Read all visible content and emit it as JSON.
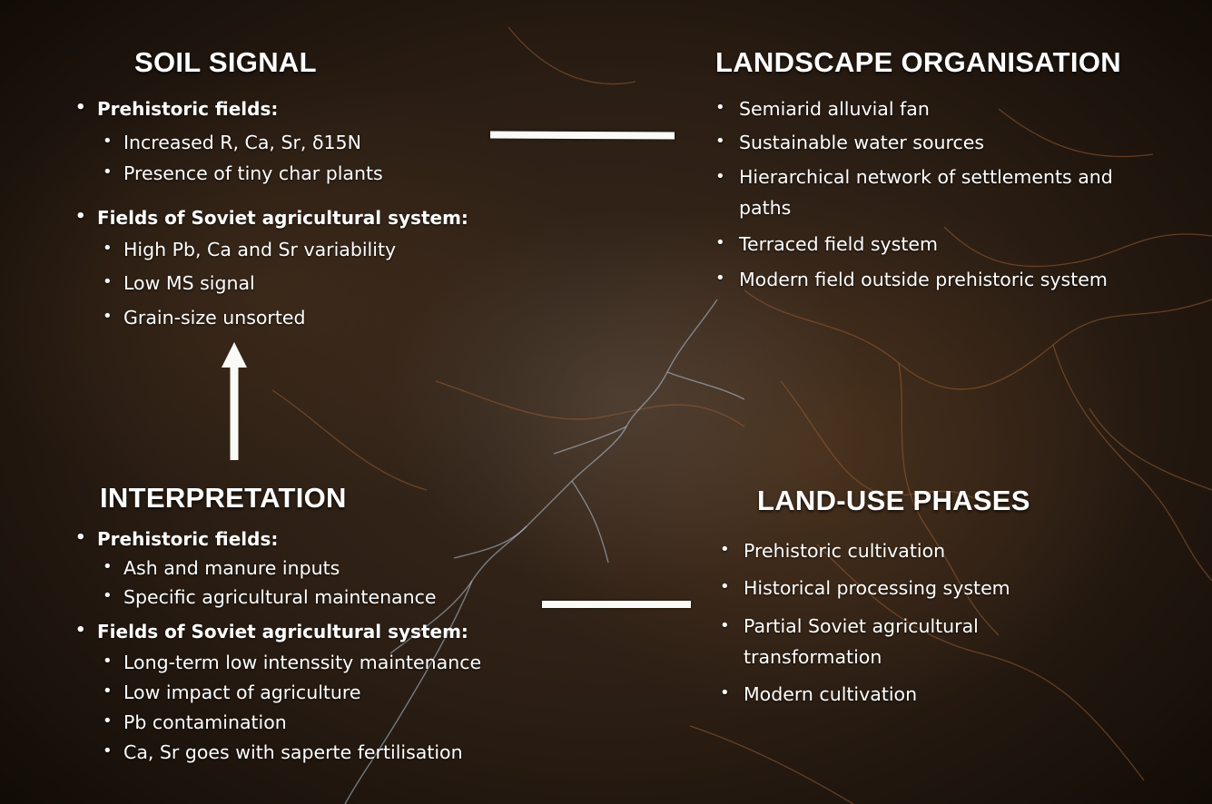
{
  "soil_signal": {
    "title": "SOIL SIGNAL",
    "groups": [
      {
        "label": "Prehistoric fields:",
        "items": [
          "Increased R, Ca, Sr, δ15N",
          "Presence of tiny char plants"
        ]
      },
      {
        "label": "Fields of Soviet agricultural system:",
        "items": [
          "High Pb, Ca and Sr variability",
          "Low MS signal",
          "Grain-size unsorted"
        ]
      }
    ]
  },
  "landscape_organisation": {
    "title": "LANDSCAPE ORGANISATION",
    "items": [
      "Semiarid alluvial fan",
      "Sustainable water sources",
      "Hierarchical network of settlements and paths",
      "Terraced field system",
      "Modern field outside prehistoric system"
    ]
  },
  "interpretation": {
    "title": "INTERPRETATION",
    "groups": [
      {
        "label": "Prehistoric fields:",
        "items": [
          "Ash and manure inputs",
          "Specific agricultural maintenance"
        ]
      },
      {
        "label": "Fields of Soviet agricultural system:",
        "items": [
          "Long-term low intenssity maintenance",
          "Low impact of agriculture",
          "Pb contamination",
          "Ca, Sr goes with saperte fertilisation"
        ]
      }
    ]
  },
  "land_use_phases": {
    "title": "LAND-USE PHASES",
    "items": [
      "Prehistoric cultivation",
      "Historical processing system",
      "Partial Soviet agricultural transformation",
      "Modern cultivation"
    ]
  },
  "bullet_glyph": "•",
  "colors": {
    "text": "#ffffff",
    "connector": "#fafaf7",
    "crack_blue": "#b8c8dc",
    "crack_orange": "#a8683a"
  }
}
